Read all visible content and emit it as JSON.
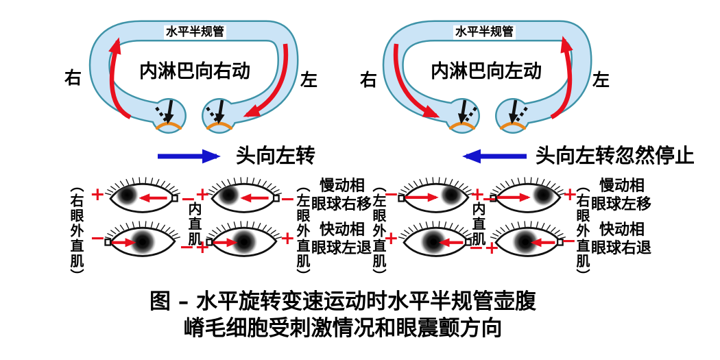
{
  "panels": {
    "left": {
      "canal_label": "水平半规管",
      "endolymph_label": "内淋巴向右动",
      "side_left": "右",
      "side_right": "左",
      "head_motion_label": "头向左转"
    },
    "right": {
      "canal_label": "水平半规管",
      "endolymph_label": "内淋巴向左动",
      "side_left": "右",
      "side_right": "左",
      "head_motion_label": "头向左转忽然停止"
    }
  },
  "eye_section": {
    "left_group": {
      "outer_label_left": "（右眼外直肌）",
      "inner_label": "内直肌",
      "outer_label_right": "（左眼外直肌）",
      "slow_phase": {
        "line1": "慢动相",
        "line2": "眼球右移"
      },
      "fast_phase": {
        "line1": "快动相",
        "line2": "眼球左退"
      }
    },
    "right_group": {
      "outer_label_left": "（左眼外直肌）",
      "inner_label": "内直肌",
      "outer_label_right": "（右眼外直肌）",
      "slow_phase": {
        "line1": "慢动相",
        "line2": "眼球左移"
      },
      "fast_phase": {
        "line1": "快动相",
        "line2": "眼球右退"
      }
    },
    "signs": {
      "l1_top_left": "+",
      "l1_top_right": "−",
      "l2_top_left": "+",
      "l2_top_right": "−",
      "l1_bot_left": "−",
      "l1_bot_right": "−",
      "l2_bot_left": "+",
      "l2_bot_right": "+",
      "r1_top_left": "−",
      "r1_top_right": "+",
      "r2_top_left": "−",
      "r2_top_right": "+",
      "r1_bot_left": "+",
      "r1_bot_right": "−",
      "r2_bot_left": "+",
      "r2_bot_right": "−"
    }
  },
  "caption": {
    "line1": "图 – 水平旋转变速运动时水平半规管壶腹",
    "line2": "嵴毛细胞受刺激情况和眼震颤方向"
  },
  "colors": {
    "canal_fill": "#CBE4F6",
    "canal_outline": "#3E93A8",
    "arrow_red": "#E8101E",
    "arrow_blue": "#1414CC",
    "crista_orange": "#E8861C",
    "cupula_black": "#111111"
  }
}
